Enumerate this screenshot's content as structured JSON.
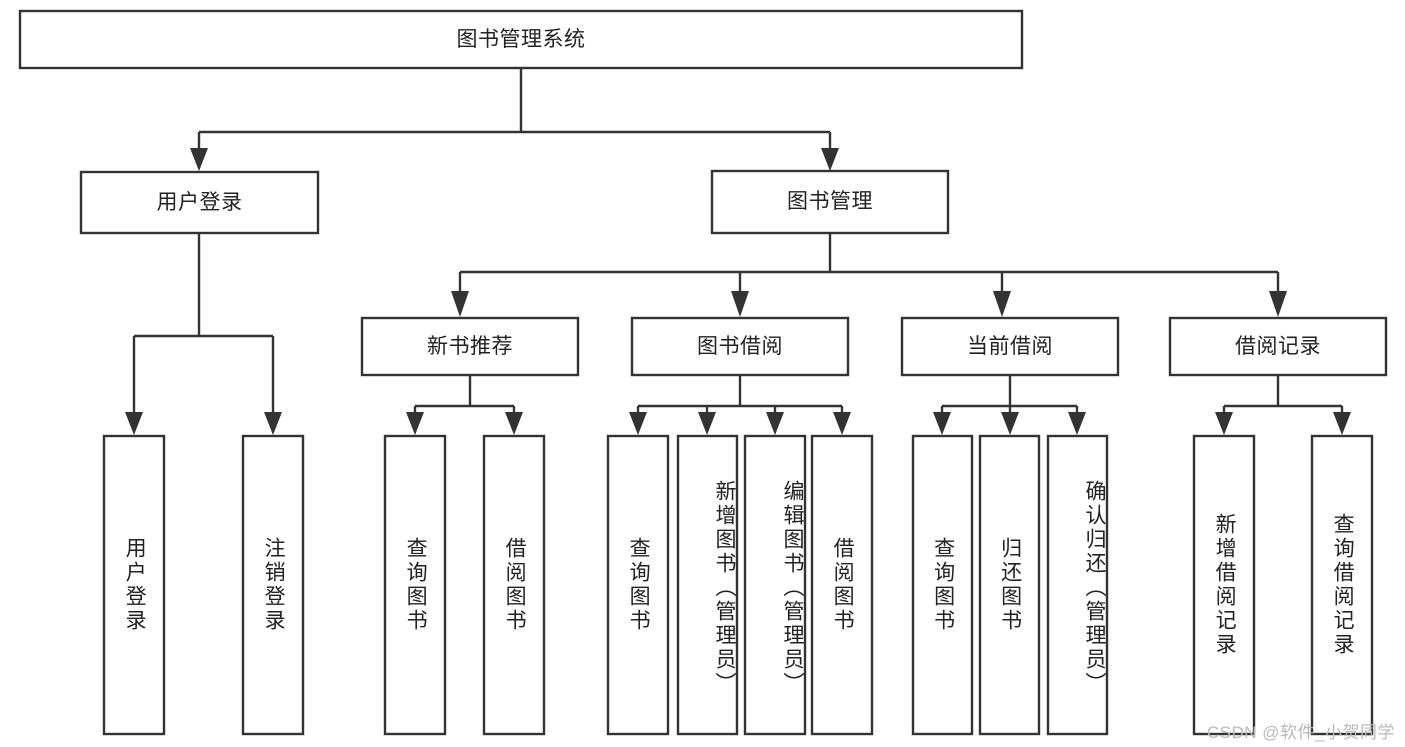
{
  "diagram": {
    "type": "tree-hierarchy",
    "title": "图书管理系统",
    "orientation": "top-down",
    "colors": {
      "box_stroke": "#333333",
      "box_fill": "#ffffff",
      "text": "#222222",
      "connector": "#333333",
      "watermark": "#b9b9b9",
      "background": "#ffffff"
    },
    "levels": [
      {
        "level": 1,
        "nodes": [
          {
            "id": "root",
            "label": "图书管理系统",
            "text_mode": "horizontal"
          }
        ]
      },
      {
        "level": 2,
        "nodes": [
          {
            "id": "login",
            "label": "用户登录",
            "text_mode": "horizontal",
            "parent": "root"
          },
          {
            "id": "bookmgmt",
            "label": "图书管理",
            "text_mode": "horizontal",
            "parent": "root"
          }
        ]
      },
      {
        "level": 3,
        "nodes": [
          {
            "id": "newbook",
            "label": "新书推荐",
            "text_mode": "horizontal",
            "parent": "bookmgmt"
          },
          {
            "id": "borrow",
            "label": "图书借阅",
            "text_mode": "horizontal",
            "parent": "bookmgmt"
          },
          {
            "id": "current",
            "label": "当前借阅",
            "text_mode": "horizontal",
            "parent": "bookmgmt"
          },
          {
            "id": "records",
            "label": "借阅记录",
            "text_mode": "horizontal",
            "parent": "bookmgmt"
          }
        ]
      },
      {
        "level": 4,
        "nodes": [
          {
            "id": "leaf1",
            "label": "用户登录",
            "text_mode": "vertical",
            "parent": "login"
          },
          {
            "id": "leaf2",
            "label": "注销登录",
            "text_mode": "vertical",
            "parent": "login"
          },
          {
            "id": "leaf3",
            "label": "查询图书",
            "text_mode": "vertical",
            "parent": "newbook"
          },
          {
            "id": "leaf4",
            "label": "借阅图书",
            "text_mode": "vertical",
            "parent": "newbook"
          },
          {
            "id": "leaf5",
            "label": "查询图书",
            "text_mode": "vertical",
            "parent": "borrow"
          },
          {
            "id": "leaf6",
            "label": "新增图书（管理员）",
            "text_mode": "vertical",
            "parent": "borrow"
          },
          {
            "id": "leaf7",
            "label": "编辑图书（管理员）",
            "text_mode": "vertical",
            "parent": "borrow"
          },
          {
            "id": "leaf8",
            "label": "借阅图书",
            "text_mode": "vertical",
            "parent": "borrow"
          },
          {
            "id": "leaf9",
            "label": "查询图书",
            "text_mode": "vertical",
            "parent": "current"
          },
          {
            "id": "leaf10",
            "label": "归还图书",
            "text_mode": "vertical",
            "parent": "current"
          },
          {
            "id": "leaf11",
            "label": "确认归还（管理员）",
            "text_mode": "vertical",
            "parent": "current"
          },
          {
            "id": "leaf12",
            "label": "新增借阅记录",
            "text_mode": "vertical",
            "parent": "records"
          },
          {
            "id": "leaf13",
            "label": "查询借阅记录",
            "text_mode": "vertical",
            "parent": "records"
          }
        ]
      }
    ]
  },
  "watermark": {
    "text": "CSDN @软件_小贺同学"
  }
}
